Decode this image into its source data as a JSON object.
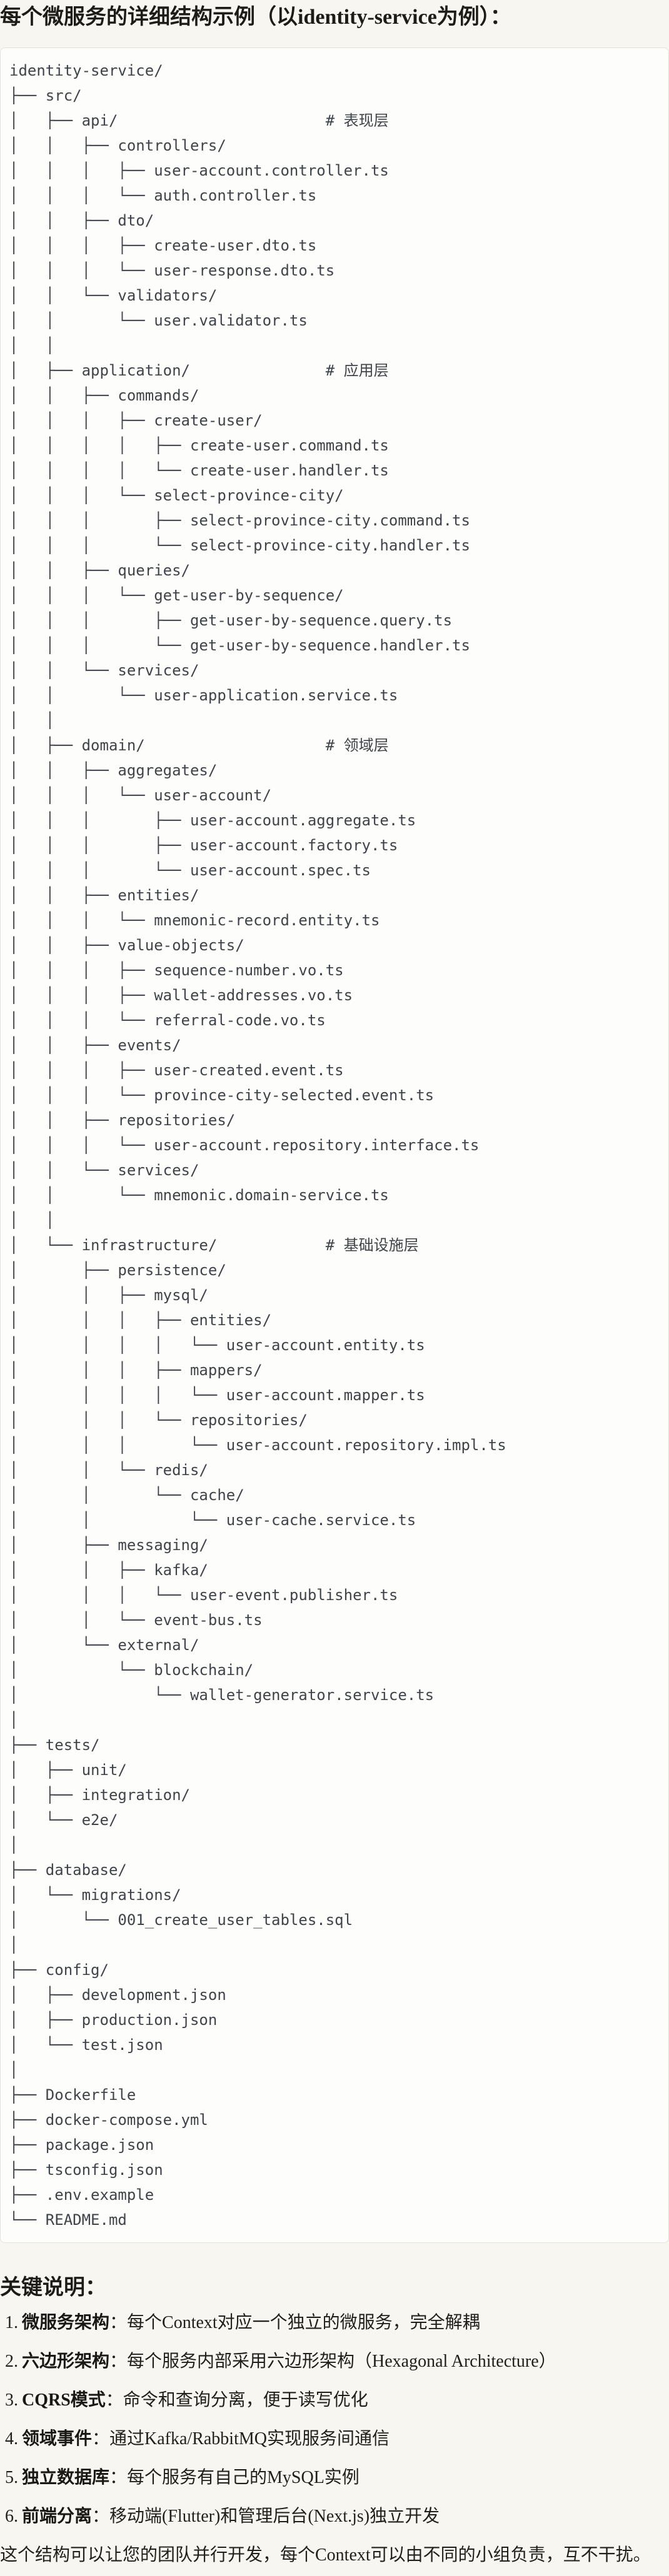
{
  "page": {
    "title": "每个微服务的详细结构示例（以identity-service为例）：",
    "notes_heading": "关键说明："
  },
  "tree": {
    "lines": [
      "identity-service/",
      "├── src/",
      "│   ├── api/                       # 表现层",
      "│   │   ├── controllers/",
      "│   │   │   ├── user-account.controller.ts",
      "│   │   │   └── auth.controller.ts",
      "│   │   ├── dto/",
      "│   │   │   ├── create-user.dto.ts",
      "│   │   │   └── user-response.dto.ts",
      "│   │   └── validators/",
      "│   │       └── user.validator.ts",
      "│   │",
      "│   ├── application/               # 应用层",
      "│   │   ├── commands/",
      "│   │   │   ├── create-user/",
      "│   │   │   │   ├── create-user.command.ts",
      "│   │   │   │   └── create-user.handler.ts",
      "│   │   │   └── select-province-city/",
      "│   │   │       ├── select-province-city.command.ts",
      "│   │   │       └── select-province-city.handler.ts",
      "│   │   ├── queries/",
      "│   │   │   └── get-user-by-sequence/",
      "│   │   │       ├── get-user-by-sequence.query.ts",
      "│   │   │       └── get-user-by-sequence.handler.ts",
      "│   │   └── services/",
      "│   │       └── user-application.service.ts",
      "│   │",
      "│   ├── domain/                    # 领域层",
      "│   │   ├── aggregates/",
      "│   │   │   └── user-account/",
      "│   │   │       ├── user-account.aggregate.ts",
      "│   │   │       ├── user-account.factory.ts",
      "│   │   │       └── user-account.spec.ts",
      "│   │   ├── entities/",
      "│   │   │   └── mnemonic-record.entity.ts",
      "│   │   ├── value-objects/",
      "│   │   │   ├── sequence-number.vo.ts",
      "│   │   │   ├── wallet-addresses.vo.ts",
      "│   │   │   └── referral-code.vo.ts",
      "│   │   ├── events/",
      "│   │   │   ├── user-created.event.ts",
      "│   │   │   └── province-city-selected.event.ts",
      "│   │   ├── repositories/",
      "│   │   │   └── user-account.repository.interface.ts",
      "│   │   └── services/",
      "│   │       └── mnemonic.domain-service.ts",
      "│   │",
      "│   └── infrastructure/            # 基础设施层",
      "│       ├── persistence/",
      "│       │   ├── mysql/",
      "│       │   │   ├── entities/",
      "│       │   │   │   └── user-account.entity.ts",
      "│       │   │   ├── mappers/",
      "│       │   │   │   └── user-account.mapper.ts",
      "│       │   │   └── repositories/",
      "│       │   │       └── user-account.repository.impl.ts",
      "│       │   └── redis/",
      "│       │       └── cache/",
      "│       │           └── user-cache.service.ts",
      "│       ├── messaging/",
      "│       │   ├── kafka/",
      "│       │   │   └── user-event.publisher.ts",
      "│       │   └── event-bus.ts",
      "│       └── external/",
      "│           └── blockchain/",
      "│               └── wallet-generator.service.ts",
      "│",
      "├── tests/",
      "│   ├── unit/",
      "│   ├── integration/",
      "│   └── e2e/",
      "│",
      "├── database/",
      "│   └── migrations/",
      "│       └── 001_create_user_tables.sql",
      "│",
      "├── config/",
      "│   ├── development.json",
      "│   ├── production.json",
      "│   └── test.json",
      "│",
      "├── Dockerfile",
      "├── docker-compose.yml",
      "├── package.json",
      "├── tsconfig.json",
      "├── .env.example",
      "└── README.md"
    ]
  },
  "notes": [
    {
      "num": "1.",
      "label": "微服务架构",
      "desc": "：每个Context对应一个独立的微服务，完全解耦"
    },
    {
      "num": "2.",
      "label": "六边形架构",
      "desc": "：每个服务内部采用六边形架构（Hexagonal Architecture）"
    },
    {
      "num": "3.",
      "label": "CQRS模式",
      "desc": "：命令和查询分离，便于读写优化"
    },
    {
      "num": "4.",
      "label": "领域事件",
      "desc": "：通过Kafka/RabbitMQ实现服务间通信"
    },
    {
      "num": "5.",
      "label": "独立数据库",
      "desc": "：每个服务有自己的MySQL实例"
    },
    {
      "num": "6.",
      "label": "前端分离",
      "desc": "：移动端(Flutter)和管理后台(Next.js)独立开发"
    }
  ],
  "footer": {
    "text": "这个结构可以让您的团队并行开发，每个Context可以由不同的小组负责，互不干扰。"
  }
}
